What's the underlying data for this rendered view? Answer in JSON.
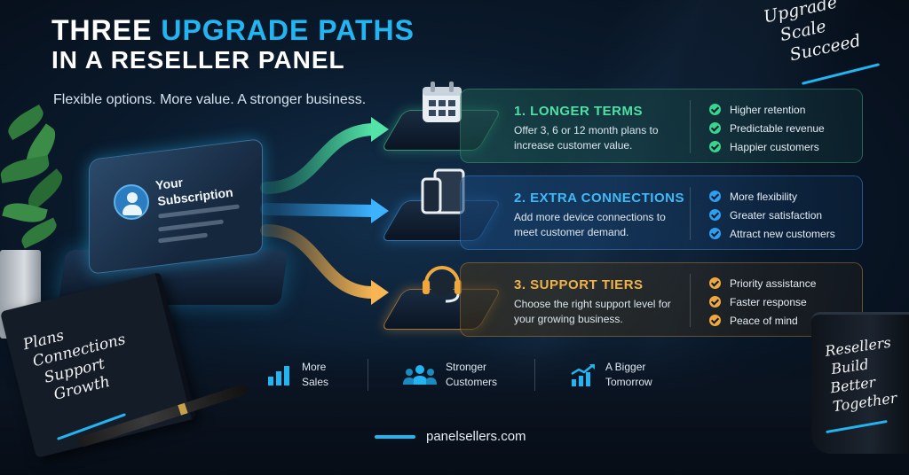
{
  "title": {
    "line1_main": "THREE ",
    "line1_accent": "UPGRADE PATHS",
    "line2": "IN A RESELLER PANEL"
  },
  "subtitle": "Flexible options. More value. A stronger business.",
  "corner_note": [
    "Upgrade",
    "Scale",
    "Succeed"
  ],
  "subscription_card": {
    "label": "Your Subscription"
  },
  "paths": [
    {
      "name": "1. LONGER TERMS",
      "description": "Offer 3, 6 or 12 month plans to increase customer value.",
      "icon": "calendar-icon",
      "color": "#37d58e",
      "features": [
        "Higher retention",
        "Predictable revenue",
        "Happier customers"
      ]
    },
    {
      "name": "2. EXTRA CONNECTIONS",
      "description": "Add more device connections to meet customer demand.",
      "icon": "devices-icon",
      "color": "#2e9ef0",
      "features": [
        "More flexibility",
        "Greater satisfaction",
        "Attract new customers"
      ]
    },
    {
      "name": "3. SUPPORT TIERS",
      "description": "Choose the right support level for your growing business.",
      "icon": "headset-icon",
      "color": "#f0a83e",
      "features": [
        "Priority assistance",
        "Faster response",
        "Peace of mind"
      ]
    }
  ],
  "stats": [
    {
      "label": "More Sales",
      "icon": "bar-chart-icon"
    },
    {
      "label": "Stronger Customers",
      "icon": "users-icon"
    },
    {
      "label": "A Bigger Tomorrow",
      "icon": "growth-chart-icon"
    }
  ],
  "footer": "panelsellers.com",
  "notebook_text": [
    "Plans",
    "Connections",
    "Support",
    "Growth"
  ],
  "mug_text": [
    "Resellers",
    "Build",
    "Better",
    "Together"
  ],
  "accent_color": "#23b5f2"
}
